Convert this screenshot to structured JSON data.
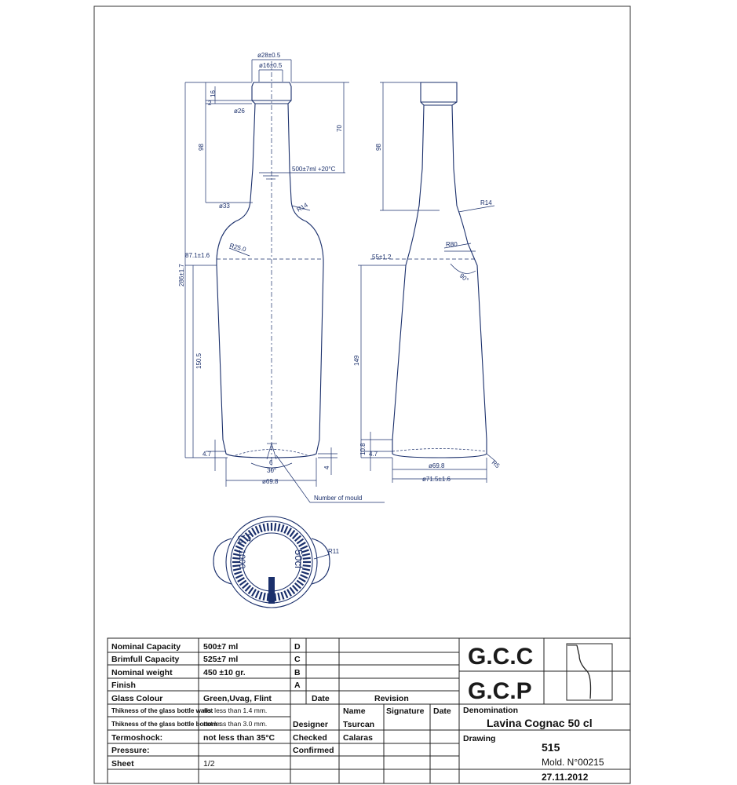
{
  "dimensions": {
    "d_top_outer": "ø28±0.5",
    "d_top_inner": "ø16±0.5",
    "h16": "16",
    "h2": "2",
    "d26": "ø26",
    "h70": "70",
    "fill_level": "500±7ml  +20°C",
    "h98_left": "98",
    "d33": "ø33",
    "r14_left": "R14",
    "r25": "R25.0",
    "w87": "87.1±1.6",
    "h286": "286±1.7",
    "h150": "150.5",
    "h47_left": "4.7",
    "a6": "6",
    "a30": "30°",
    "h4": "4",
    "d698_left": "ø69.8",
    "mould_label": "Number of mould",
    "h98_right": "98",
    "r14_right": "R14",
    "r80": "R80",
    "w55": "55±1.2",
    "a90": "90°",
    "h149": "149",
    "h108": "10.8",
    "h47_right": "4.7",
    "r5": "R5",
    "d698_right": "ø69.8",
    "d715": "ø71.5±1.6",
    "r11": "R11",
    "base_code": "1.3",
    "base_capacity": "50cl",
    "base_num": "1000"
  },
  "specs": [
    {
      "label": "Nominal Capacity",
      "value": "500±7 ml"
    },
    {
      "label": "Brimfull Capacity",
      "value": "525±7 ml"
    },
    {
      "label": "Nominal weight",
      "value": "450 ±10 gr."
    },
    {
      "label": "Finish",
      "value": ""
    },
    {
      "label": "Glass Colour",
      "value": "Green,Uvag, Flint"
    },
    {
      "label": "Thikness of the glass bottle walls:",
      "value": "not less than 1.4 mm."
    },
    {
      "label": "Thikness of the glass bottle bottom :",
      "value": "not less than 3.0 mm."
    },
    {
      "label": "Termoshock:",
      "value": "not less than 35°C"
    },
    {
      "label": "Pressure:",
      "value": ""
    },
    {
      "label": "Sheet",
      "value": "1/2"
    }
  ],
  "revisions": [
    "D",
    "C",
    "B",
    "A"
  ],
  "revision_headers": {
    "date": "Date",
    "revision": "Revision"
  },
  "signatures": {
    "headers": {
      "name": "Name",
      "signature": "Signature",
      "date": "Date"
    },
    "rows": [
      {
        "role": "Designer",
        "name": "Tsurcan"
      },
      {
        "role": "Checked",
        "name": "Calaras"
      },
      {
        "role": "Confirmed",
        "name": ""
      }
    ]
  },
  "company": {
    "line1": "G.C.C",
    "line2": "G.C.P"
  },
  "denomination": {
    "label": "Denomination",
    "value": "Lavina Cognac 50 cl"
  },
  "drawing": {
    "label": "Drawing",
    "value": "515"
  },
  "mold": "Mold.  N°00215",
  "date": "27.11.2012"
}
